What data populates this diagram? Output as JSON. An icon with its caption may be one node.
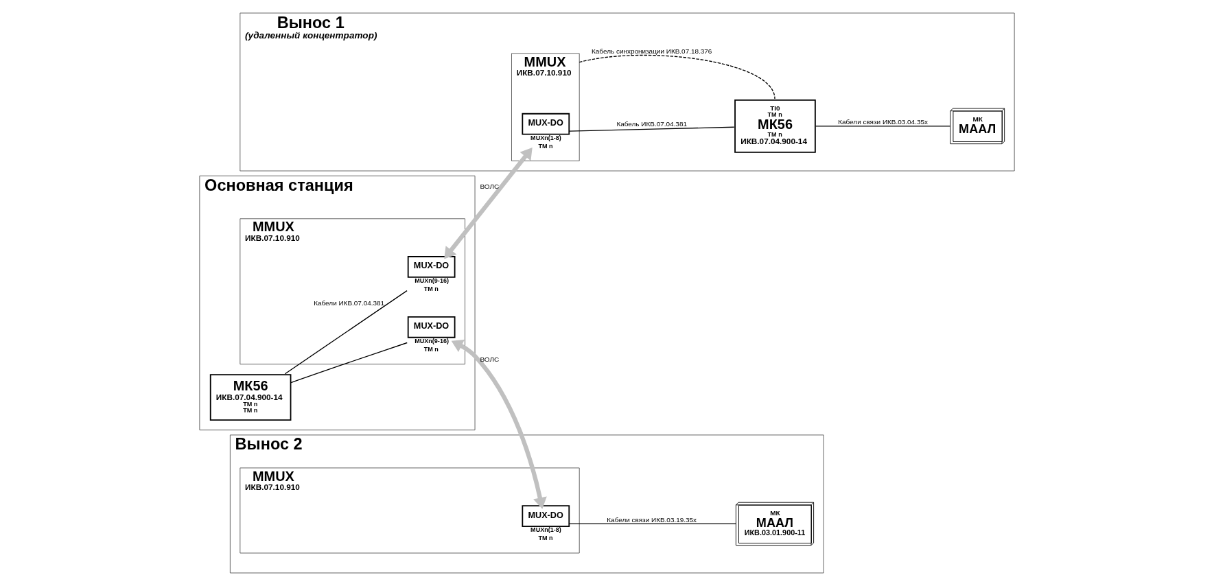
{
  "diagram": {
    "nodes": [
      {
        "text": [
          "Основная станция"
        ]
      },
      {
        "text": [
          "МК56",
          "ИКВ.07.04.900-14",
          "TM n",
          "TM n"
        ],
        "in": 0
      },
      {
        "text": [
          "MMUX",
          "ИКВ.07.10.910"
        ],
        "in": 0
      },
      {
        "text": [
          "MUX-DO"
        ],
        "beside": [
          "MUXn(9-16)",
          "TM n"
        ],
        "in": 2
      },
      {
        "text": [
          "MUX-DO"
        ],
        "beside": [
          "MUXn(9-16)",
          "TM n"
        ],
        "in": 2
      },
      {
        "text": [
          "Вынос 1",
          "(удаленный концентратор)"
        ]
      },
      {
        "text": [
          "MMUX",
          "ИКВ.07.10.910"
        ],
        "in": 5
      },
      {
        "text": [
          "MUX-DO"
        ],
        "beside": [
          "MUXn(1-8)",
          "TM n"
        ],
        "in": 6
      },
      {
        "text": [
          "TI0",
          "TM n",
          "МК56",
          "TM n",
          "ИКВ.07.04.900-14"
        ],
        "in": 5
      },
      {
        "text": [
          "МК",
          "МААЛ"
        ],
        "in": 5
      },
      {
        "text": [
          "Вынос 2"
        ]
      },
      {
        "text": [
          "MMUX",
          "ИКВ.07.10.910"
        ],
        "in": 10
      },
      {
        "text": [
          "MUX-DO"
        ],
        "beside": [
          "MUXn(1-8)",
          "TM n"
        ],
        "in": 11
      },
      {
        "text": [
          "МК",
          "МААЛ",
          "ИКВ.03.01.900-11"
        ],
        "in": 10
      }
    ],
    "edges": [
      {
        "from": 1,
        "to": 3,
        "arrow": "none",
        "label": "Кабели ИКВ.07.04.381"
      },
      {
        "from": 1,
        "to": 4,
        "arrow": "none"
      },
      {
        "from": 3,
        "to": 7,
        "arrow": "both",
        "label": "ВОЛС",
        "style": "thick",
        "color": "#c0c0c0"
      },
      {
        "from": 4,
        "to": 12,
        "arrow": "both",
        "label": "ВОЛС",
        "style": "thick",
        "color": "#c0c0c0"
      },
      {
        "from": 6,
        "to": 8,
        "arrow": "none",
        "label": "Кабель синхронизации ИКВ.07.18.376",
        "style": "dashed"
      },
      {
        "from": 7,
        "to": 8,
        "arrow": "none",
        "label": "Кабель ИКВ.07.04.381"
      },
      {
        "from": 8,
        "to": 9,
        "arrow": "none",
        "label": "Кабели связи ИКВ.03.04.35x"
      },
      {
        "from": 12,
        "to": 13,
        "arrow": "none",
        "label": "Кабели связи ИКВ.03.19.35x"
      }
    ]
  }
}
